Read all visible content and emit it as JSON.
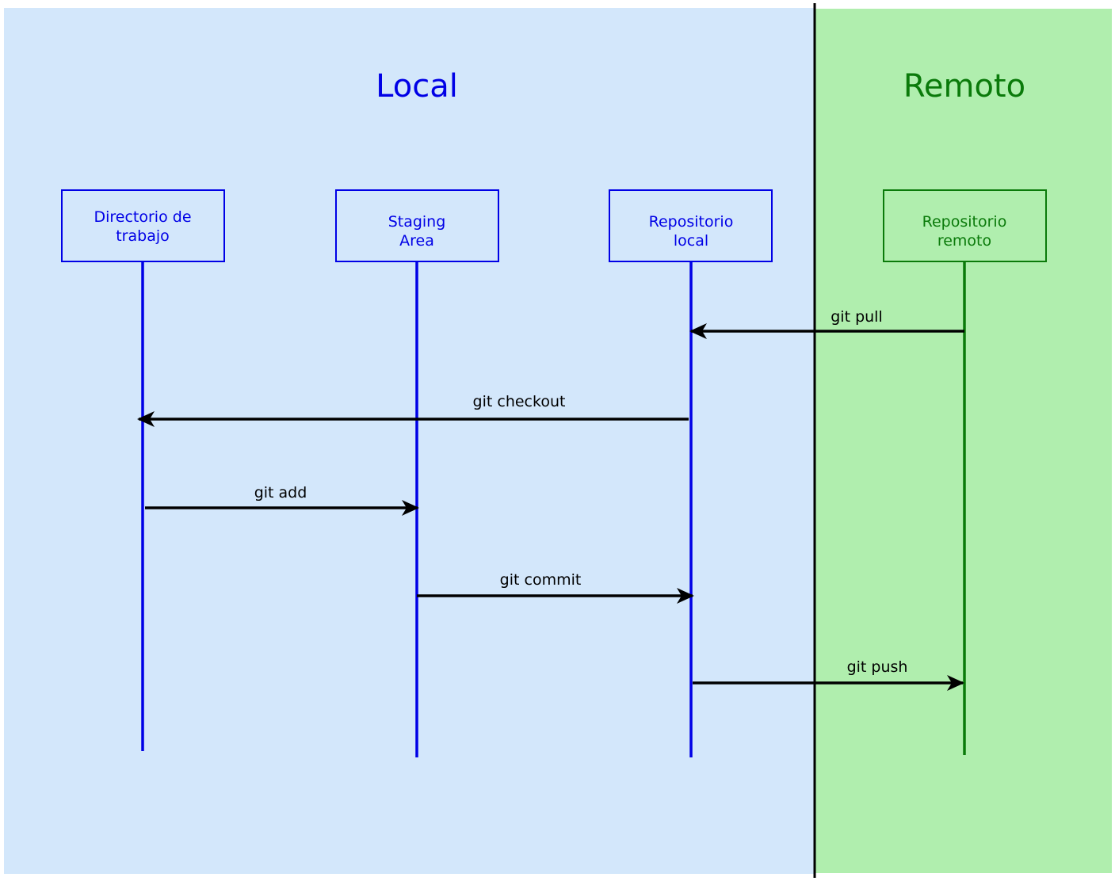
{
  "regions": {
    "local": {
      "title": "Local",
      "color": "#0000e6",
      "background": "#d3e7fb"
    },
    "remote": {
      "title": "Remoto",
      "color": "#0a7a0a",
      "background": "#b0eeae"
    }
  },
  "participants": [
    {
      "id": "working-dir",
      "lines": [
        "Directorio de",
        "trabajo"
      ],
      "region": "local"
    },
    {
      "id": "staging-area",
      "lines": [
        "Staging",
        "Area"
      ],
      "region": "local"
    },
    {
      "id": "local-repo",
      "lines": [
        "Repositorio",
        "local"
      ],
      "region": "local"
    },
    {
      "id": "remote-repo",
      "lines": [
        "Repositorio",
        "remoto"
      ],
      "region": "remote"
    }
  ],
  "messages": [
    {
      "id": "git-pull",
      "label": "git pull",
      "from": "remote-repo",
      "to": "local-repo"
    },
    {
      "id": "git-checkout",
      "label": "git checkout",
      "from": "local-repo",
      "to": "working-dir"
    },
    {
      "id": "git-add",
      "label": "git add",
      "from": "working-dir",
      "to": "staging-area"
    },
    {
      "id": "git-commit",
      "label": "git commit",
      "from": "staging-area",
      "to": "local-repo"
    },
    {
      "id": "git-push",
      "label": "git push",
      "from": "local-repo",
      "to": "remote-repo"
    }
  ]
}
